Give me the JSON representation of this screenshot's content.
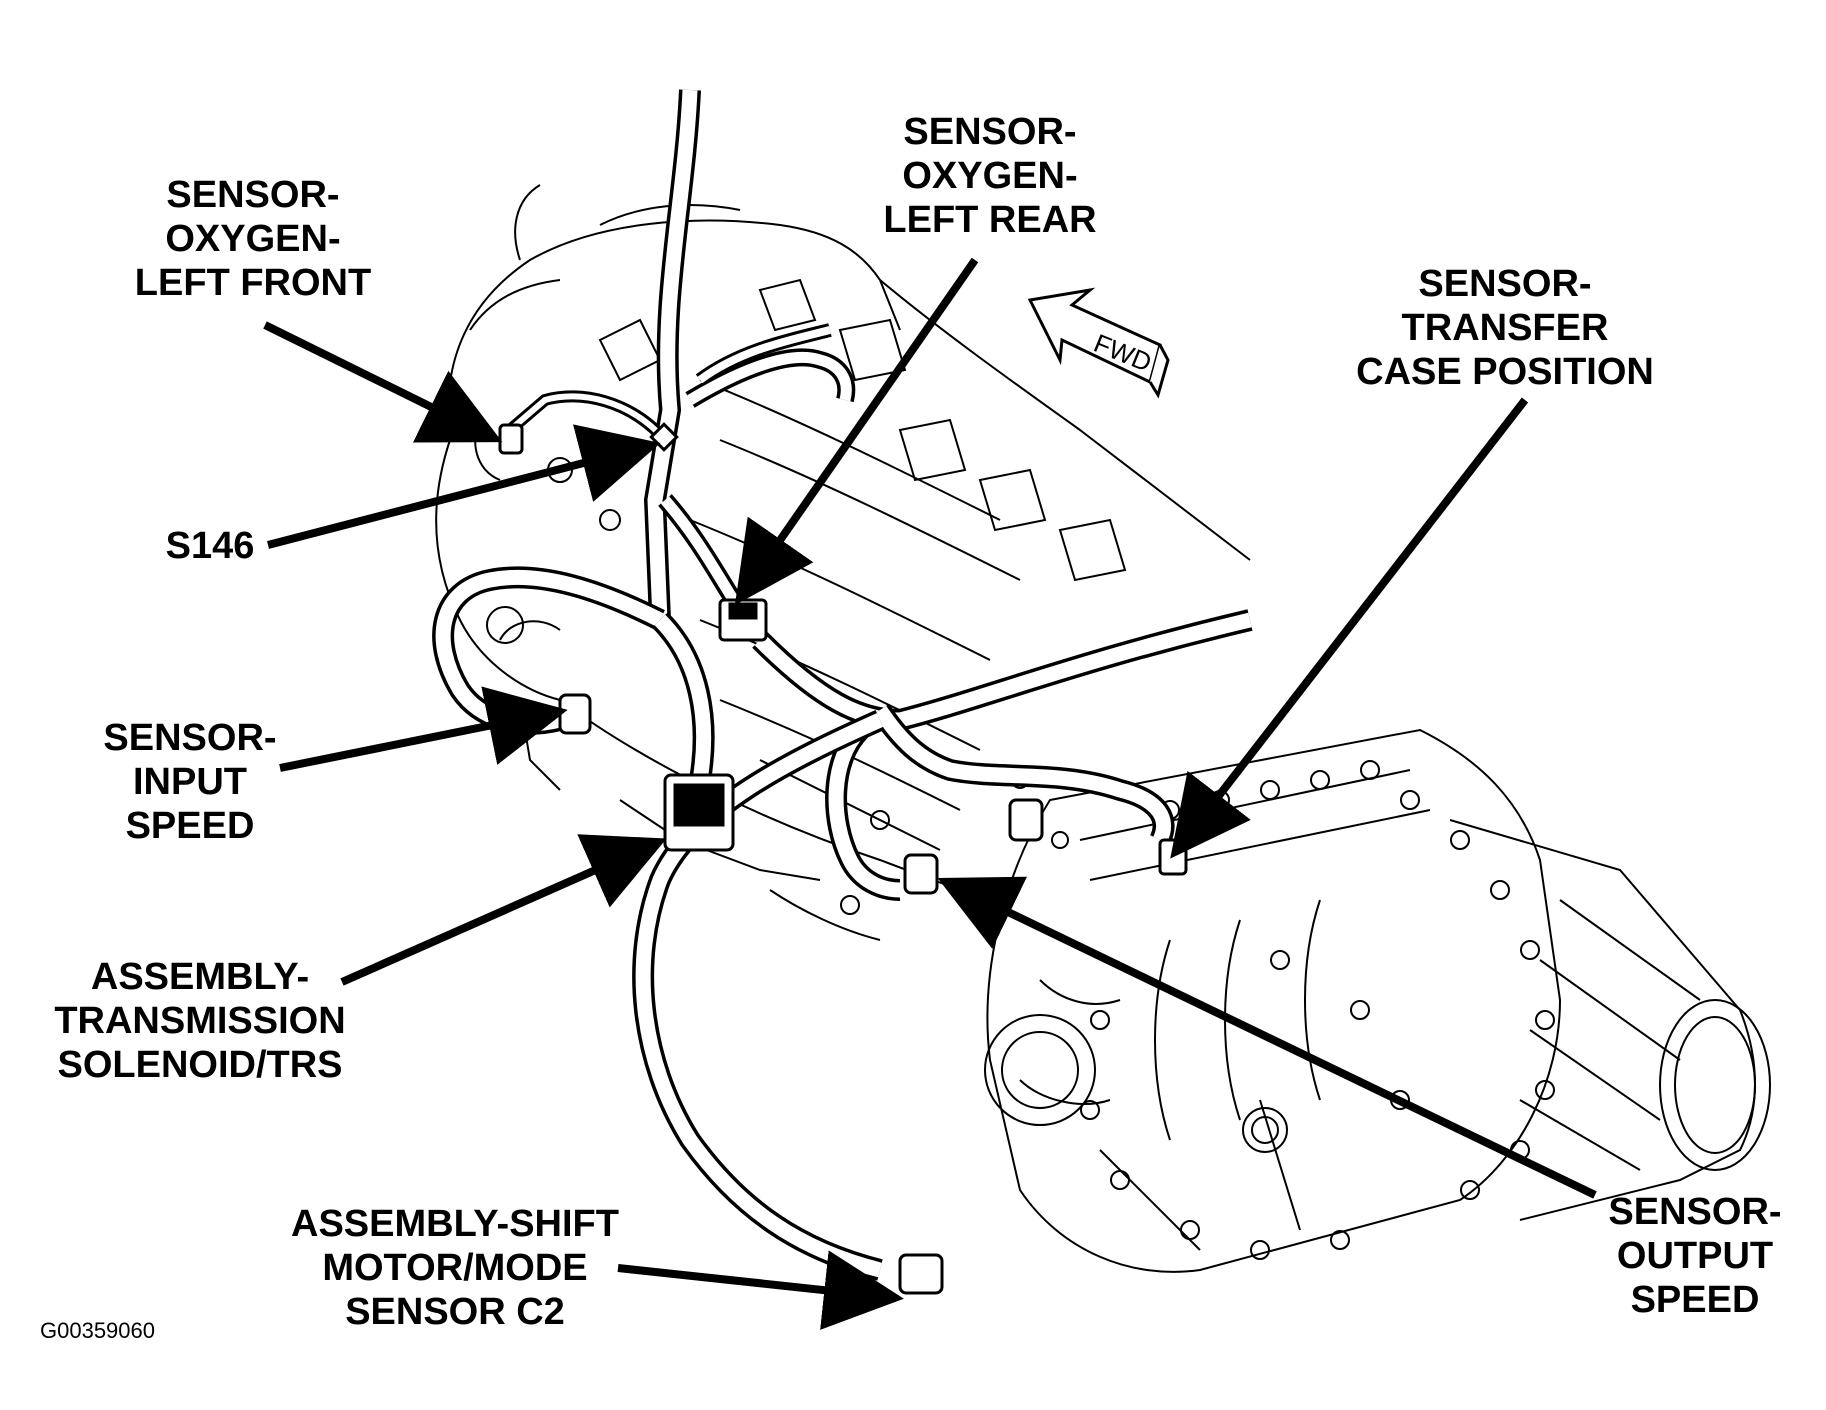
{
  "figure_id": "G00359060",
  "direction_indicator": "FWD",
  "callouts": {
    "o2_left_front": [
      "SENSOR-",
      "OXYGEN-",
      "LEFT FRONT"
    ],
    "o2_left_rear": [
      "SENSOR-",
      "OXYGEN-",
      "LEFT REAR"
    ],
    "transfer_case_position": [
      "SENSOR-",
      "TRANSFER",
      "CASE POSITION"
    ],
    "splice": [
      "S146"
    ],
    "input_speed": [
      "SENSOR-",
      "INPUT",
      "SPEED"
    ],
    "solenoid_trs": [
      "ASSEMBLY-",
      "TRANSMISSION",
      "SOLENOID/TRS"
    ],
    "shift_motor": [
      "ASSEMBLY-SHIFT",
      "MOTOR/MODE",
      "SENSOR C2"
    ],
    "output_speed": [
      "SENSOR-",
      "OUTPUT",
      "SPEED"
    ]
  }
}
